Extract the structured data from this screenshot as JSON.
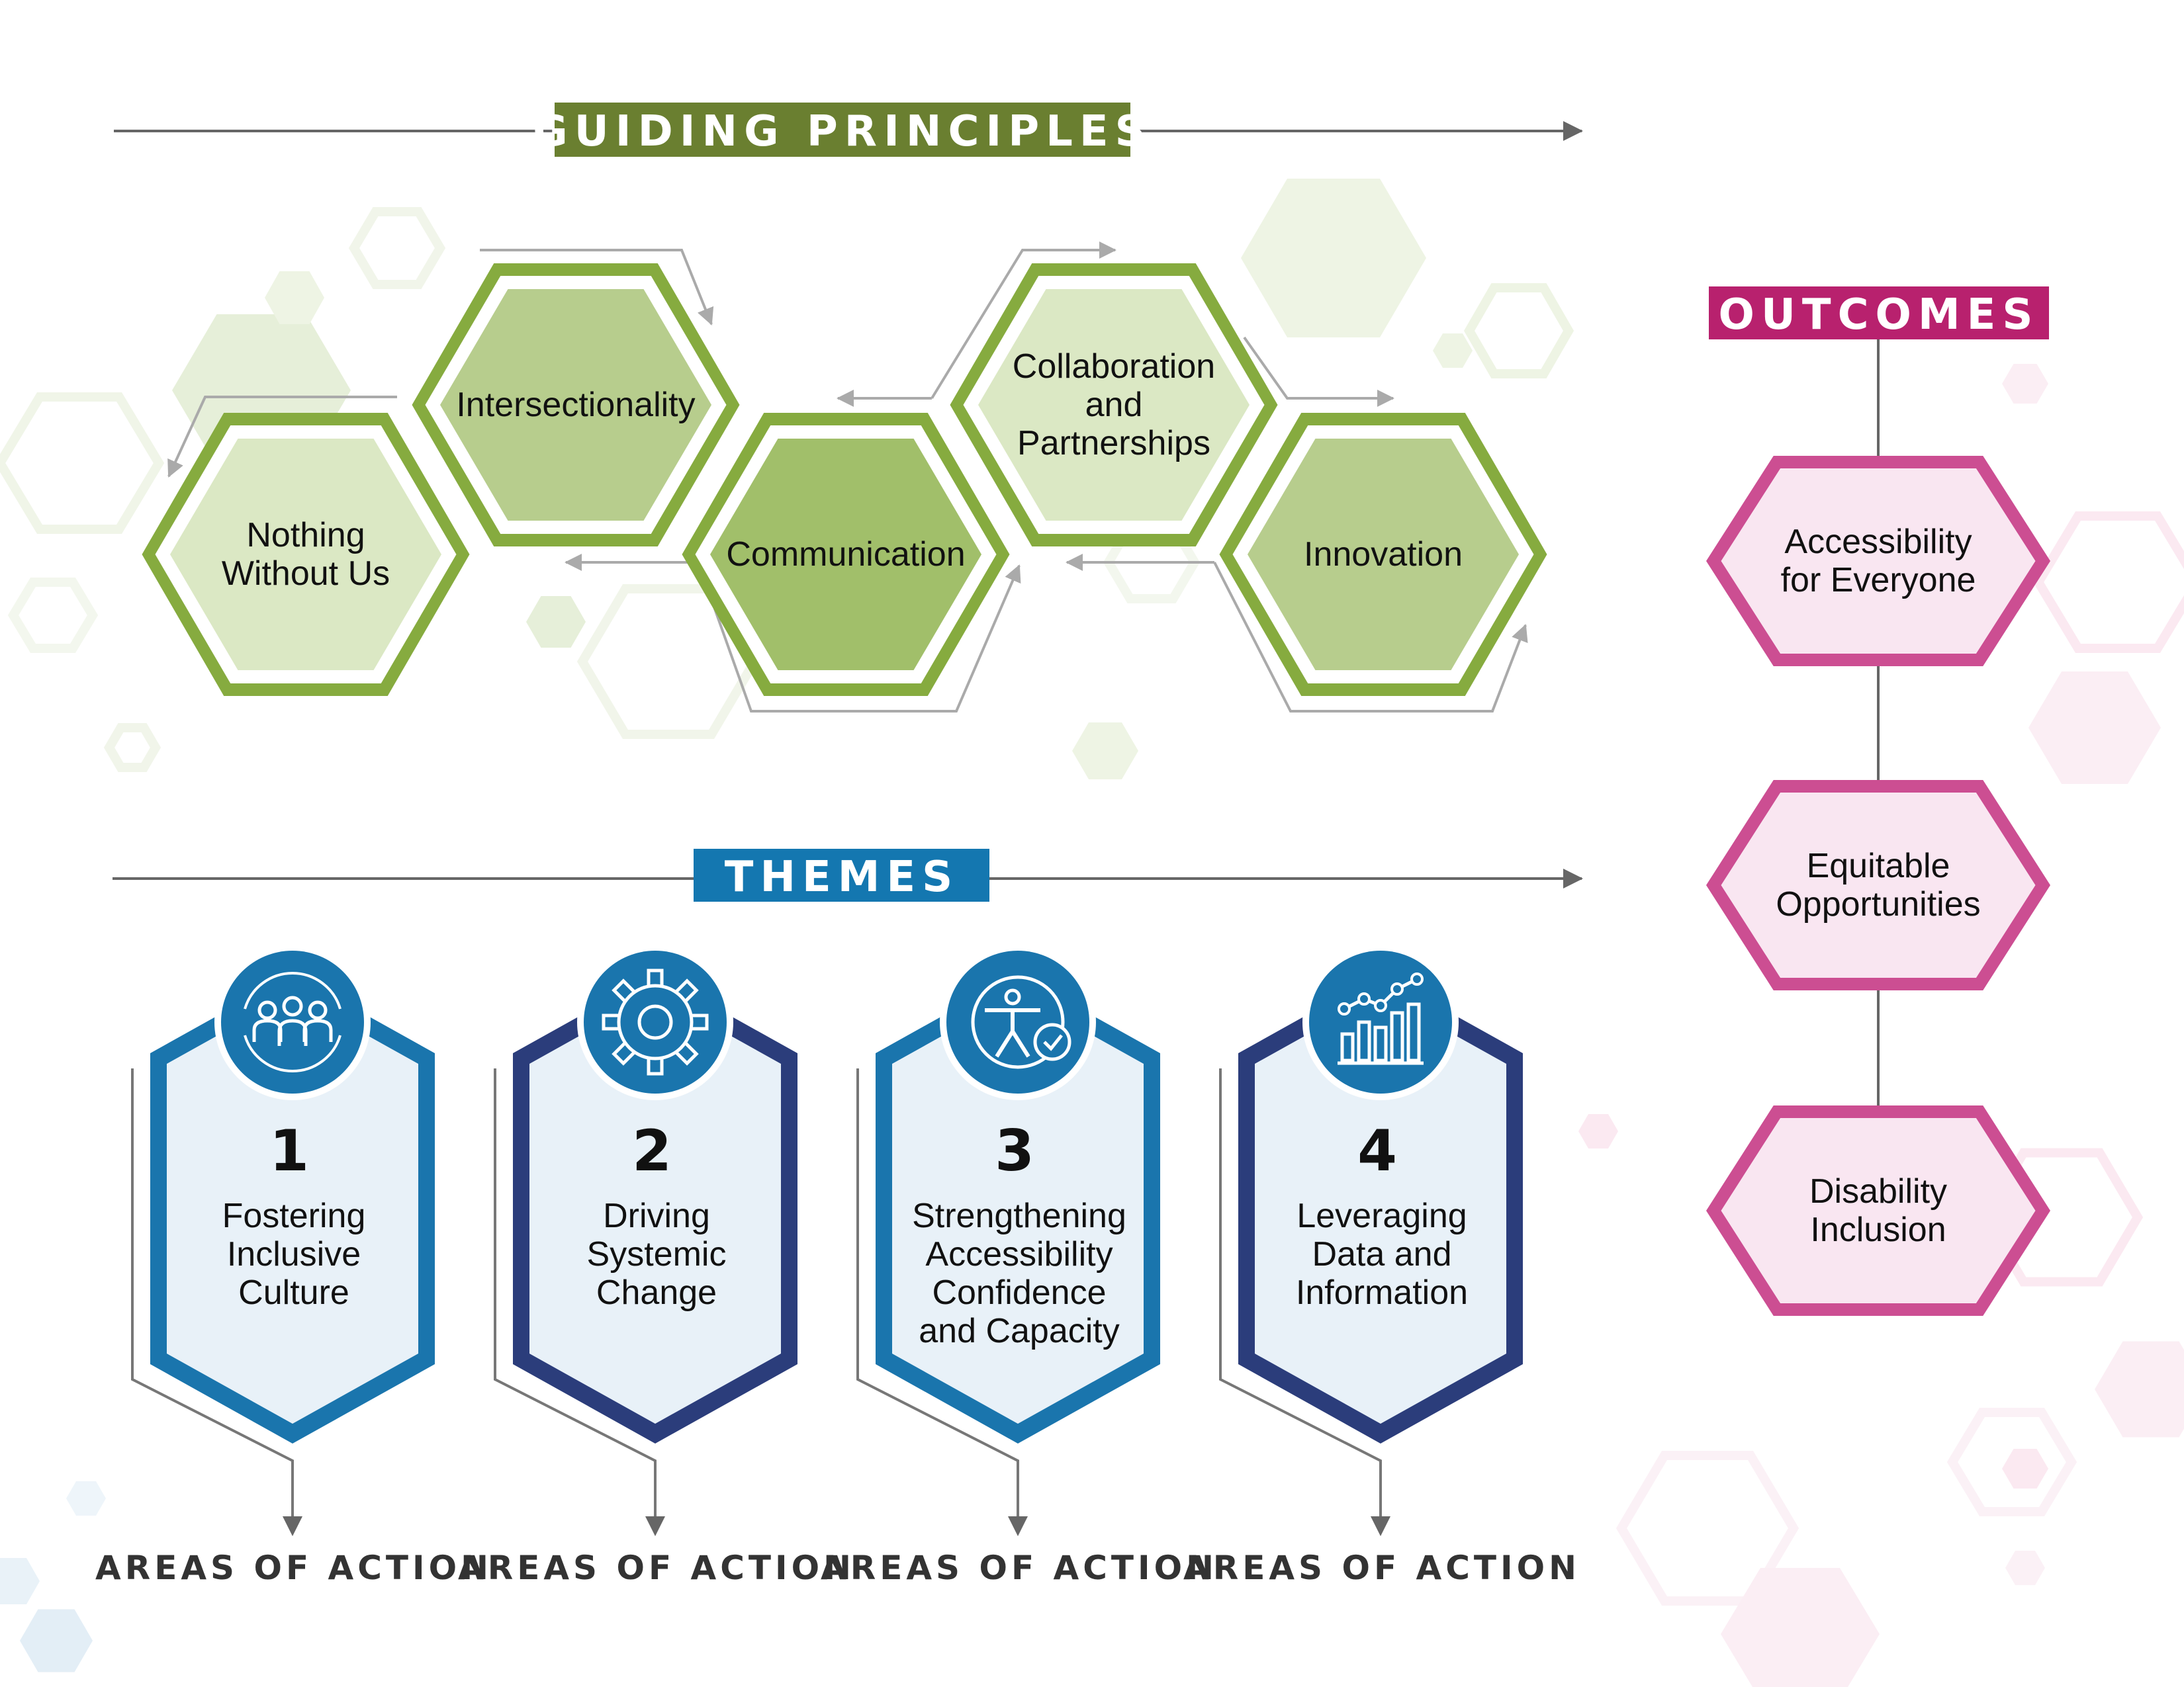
{
  "colors": {
    "principles_banner": "#6a7f30",
    "principle_border": "#86ab3f",
    "principle_fill_light": "#dbe8c4",
    "principle_fill_mid": "#b7cd8d",
    "principle_fill_dark": "#a1bf6a",
    "themes_banner": "#1477b0",
    "theme_blue": "#1a75ad",
    "theme_navy": "#2b3d7b",
    "theme_fill": "#e8f1f8",
    "outcomes_banner": "#b8216e",
    "outcome_border": "#cc4e92",
    "outcome_fill": "#f9e6f1",
    "arrow": "#666666"
  },
  "guiding_principles": {
    "title": "GUIDING PRINCIPLES",
    "items": [
      {
        "lines": [
          "Nothing",
          "Without Us"
        ],
        "shade": "light"
      },
      {
        "lines": [
          "Intersectionality"
        ],
        "shade": "mid"
      },
      {
        "lines": [
          "Communication"
        ],
        "shade": "dark"
      },
      {
        "lines": [
          "Collaboration",
          "and",
          "Partnerships"
        ],
        "shade": "light"
      },
      {
        "lines": [
          "Innovation"
        ],
        "shade": "mid"
      }
    ]
  },
  "themes": {
    "title": "THEMES",
    "items": [
      {
        "number": "1",
        "lines": [
          "Fostering",
          "Inclusive",
          "Culture"
        ],
        "icon": "people-cycle-icon",
        "border": "blue",
        "action_label": "AREAS OF ACTION"
      },
      {
        "number": "2",
        "lines": [
          "Driving",
          "Systemic",
          "Change"
        ],
        "icon": "gear-icon",
        "border": "navy",
        "action_label": "AREAS OF ACTION"
      },
      {
        "number": "3",
        "lines": [
          "Strengthening",
          "Accessibility",
          "Confidence",
          "and Capacity"
        ],
        "icon": "accessibility-check-icon",
        "border": "blue",
        "action_label": "AREAS OF ACTION"
      },
      {
        "number": "4",
        "lines": [
          "Leveraging",
          "Data and",
          "Information"
        ],
        "icon": "bar-chart-icon",
        "border": "navy",
        "action_label": "AREAS OF ACTION"
      }
    ]
  },
  "outcomes": {
    "title": "OUTCOMES",
    "items": [
      {
        "lines": [
          "Accessibility",
          "for Everyone"
        ]
      },
      {
        "lines": [
          "Equitable",
          "Opportunities"
        ]
      },
      {
        "lines": [
          "Disability",
          "Inclusion"
        ]
      }
    ]
  }
}
